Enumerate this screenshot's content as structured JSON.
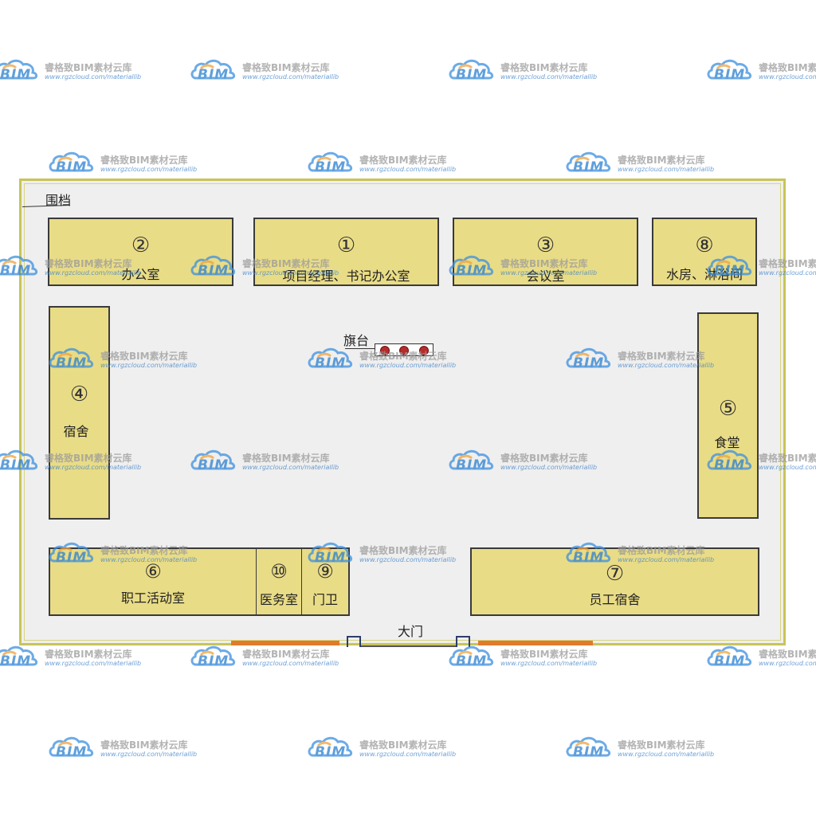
{
  "labels": {
    "fence": "围档",
    "flag_platform": "旗台",
    "main_gate": "大门"
  },
  "rooms": [
    {
      "id": "office",
      "num": "②",
      "name": "办公室"
    },
    {
      "id": "pm-office",
      "num": "①",
      "name": "项目经理、书记办公室"
    },
    {
      "id": "meeting",
      "num": "③",
      "name": "会议室"
    },
    {
      "id": "water-bath",
      "num": "⑧",
      "name": "水房、淋浴间"
    },
    {
      "id": "dorm",
      "num": "④",
      "name": "宿舍"
    },
    {
      "id": "canteen",
      "num": "⑤",
      "name": "食堂"
    },
    {
      "id": "activity",
      "num": "⑥",
      "name": "职工活动室"
    },
    {
      "id": "medical",
      "num": "⑩",
      "name": "医务室"
    },
    {
      "id": "guard",
      "num": "⑨",
      "name": "门卫"
    },
    {
      "id": "staff-dorm",
      "num": "⑦",
      "name": "员工宿舍"
    }
  ],
  "watermark": {
    "logo_text": "BIM",
    "brand": "睿格致BIM素材云库",
    "url": "www.rgzcloud.com/materiallib",
    "icon": "cloud-icon"
  },
  "colors": {
    "room_fill": "#e9dc86",
    "site_border": "#c8c45a",
    "site_fill": "#efefef",
    "fence_orange": "#e07b2c",
    "flag_red": "#b72b2b",
    "watermark_blue": "#2a7fd0"
  }
}
